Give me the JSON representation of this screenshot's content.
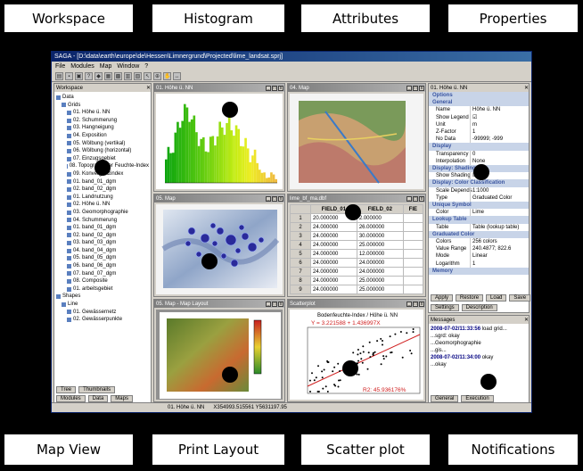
{
  "callouts": {
    "workspace": "Workspace",
    "histogram": "Histogram",
    "attributes": "Attributes",
    "properties": "Properties",
    "map_view": "Map View",
    "print_layout": "Print Layout",
    "scatter_plot": "Scatter plot",
    "notifications": "Notifications"
  },
  "app": {
    "title": "SAGA - [D:\\data\\earth\\europe\\de\\Hessen\\Limnergrund\\Projected\\lime_landsat.sprj]",
    "menu": [
      "File",
      "Modules",
      "Map",
      "Window",
      "?"
    ],
    "statusbar": [
      "01. Höhe ü. NN",
      "X354993.515561  Y5631197.95"
    ]
  },
  "workspace": {
    "title": "Workspace",
    "items": [
      "Data",
      "Grids",
      "01. Höhe ü. NN",
      "02. Schummerung",
      "03. Hangneigung",
      "04. Exposition",
      "05. Wölbung (vertikal)",
      "06. Wölbung (horizontal)",
      "07. Einzugsgebiet",
      "08. Topografischer Feuchte-Index",
      "09. Konvergenzindex",
      "01. band_01_dgm",
      "02. band_02_dgm",
      "01. Landnutzung",
      "02. Höhe ü. NN",
      "03. Geomorphographie",
      "04. Schummerung",
      "01. band_01_dgm",
      "02. band_02_dgm",
      "03. band_03_dgm",
      "04. band_04_dgm",
      "05. band_05_dgm",
      "06. band_06_dgm",
      "07. band_07_dgm",
      "08. Composite",
      "01. arbeitsgebiet",
      "Shapes",
      "Line",
      "01. Gewässernetz",
      "02. Gewässerpunkte"
    ],
    "tabs": [
      "Tree",
      "Thumbnails"
    ],
    "bottom_tabs": [
      "Modules",
      "Data",
      "Maps"
    ]
  },
  "windows": {
    "histogram": "01. Höhe ü. NN",
    "map04": "04. Map",
    "attributes": "lime_bf_ma.dbf",
    "map05": "05. Map",
    "layout": "05. Map - Map Layout",
    "scatter": "Scatterplot"
  },
  "attributes": {
    "columns": [
      "",
      "FIELD_01",
      "FIELD_02",
      "FIE"
    ],
    "rows": [
      [
        "1",
        "20.000000",
        "2.000000",
        ""
      ],
      [
        "2",
        "24.000000",
        "26.000000",
        ""
      ],
      [
        "3",
        "24.000000",
        "30.000000",
        ""
      ],
      [
        "4",
        "24.000000",
        "25.000000",
        ""
      ],
      [
        "5",
        "24.000000",
        "12.000000",
        ""
      ],
      [
        "6",
        "24.000000",
        "24.000000",
        ""
      ],
      [
        "7",
        "24.000000",
        "24.000000",
        ""
      ],
      [
        "8",
        "24.000000",
        "25.000000",
        ""
      ],
      [
        "9",
        "24.000000",
        "25.000000",
        ""
      ]
    ]
  },
  "scatter": {
    "title": "Bodenfeuchte-Index / Höhe ü. NN",
    "equation": "Y = 3.221588 + 1.436997X",
    "r2": "R2: 45.936176%"
  },
  "properties": {
    "title": "01. Höhe ü. NN",
    "sections": [
      {
        "name": "Options",
        "rows": []
      },
      {
        "name": "General",
        "rows": [
          [
            "Name",
            "Höhe ü. NN"
          ],
          [
            "Show Legend",
            "☑"
          ],
          [
            "Unit",
            "m"
          ],
          [
            "Z-Factor",
            "1"
          ],
          [
            "No Data",
            "-99999; -999"
          ]
        ]
      },
      {
        "name": "Display",
        "rows": [
          [
            "Transparency",
            "0"
          ],
          [
            "Interpolation",
            "None"
          ]
        ]
      },
      {
        "name": "Display: Shading",
        "rows": [
          [
            "Show Shading",
            "☑"
          ]
        ]
      },
      {
        "name": "Display: Color Classification",
        "rows": [
          [
            "Scale Depends",
            "1:1000"
          ],
          [
            "Type",
            "Graduated Color"
          ]
        ]
      },
      {
        "name": "Unique Symbol",
        "rows": [
          [
            "Color",
            "Lime"
          ]
        ]
      },
      {
        "name": "Lookup Table",
        "rows": [
          [
            "Table",
            "Table (lookup table)"
          ]
        ]
      },
      {
        "name": "Graduated Color",
        "rows": [
          [
            "Colors",
            "256 colors"
          ],
          [
            "Value Range",
            "240.4877; 822.6"
          ],
          [
            "Mode",
            "Linear"
          ],
          [
            "Logarithm",
            "1"
          ]
        ]
      },
      {
        "name": "Memory",
        "rows": []
      }
    ],
    "buttons": [
      "Apply",
      "Restore",
      "Load",
      "Save"
    ],
    "tabs": [
      "Settings",
      "Description"
    ]
  },
  "messages": {
    "title": "Messages",
    "entries": [
      {
        "ts": "2008-07-02/11:33:56",
        "text": "load grid..."
      },
      {
        "ts": "",
        "text": "...sgrd: okay"
      },
      {
        "ts": "",
        "text": "...Geomorphographie"
      },
      {
        "ts": "",
        "text": "...gis..."
      },
      {
        "ts": "2008-07-02/11:34:00",
        "text": "okay"
      },
      {
        "ts": "",
        "text": "...okay"
      }
    ],
    "tabs": [
      "General",
      "Execution"
    ]
  }
}
